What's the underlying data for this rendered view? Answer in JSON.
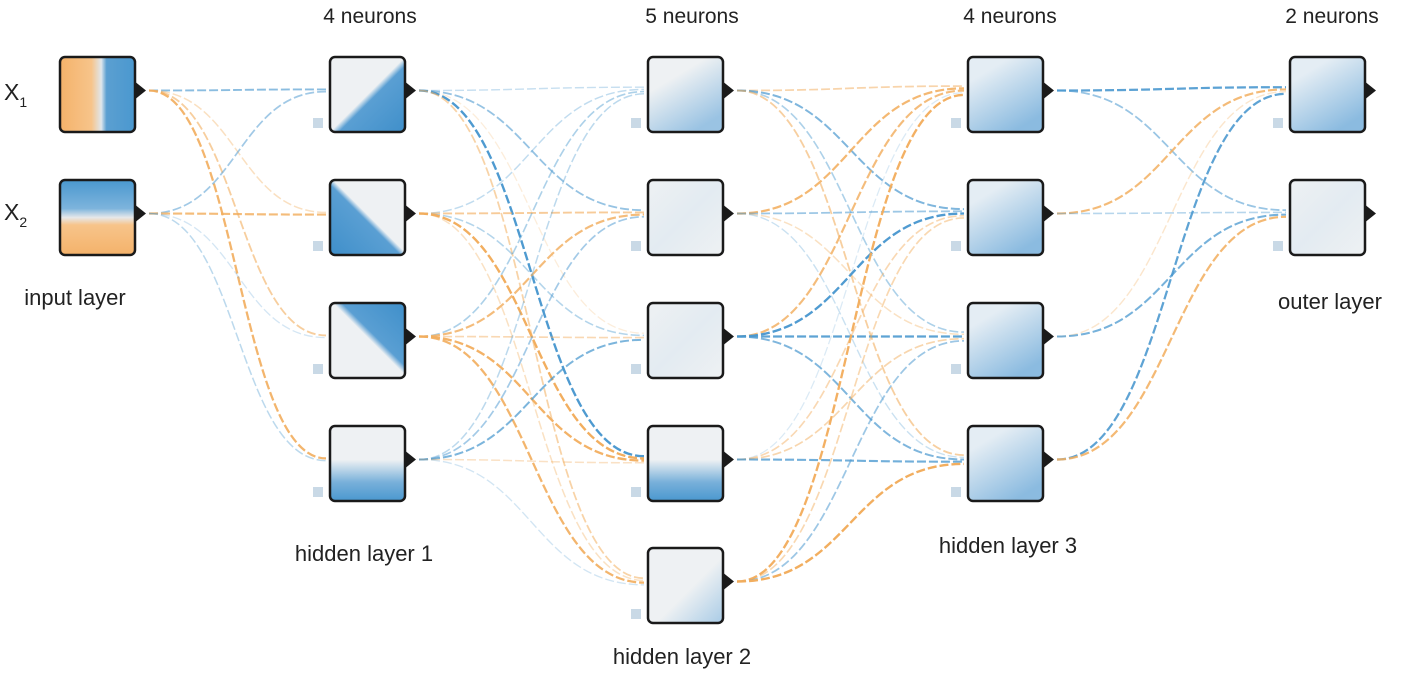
{
  "diagram": {
    "layers": [
      {
        "id": "input",
        "heading": "",
        "label": "input layer",
        "neurons": 2,
        "input_labels": [
          {
            "base": "X",
            "sub": "1"
          },
          {
            "base": "X",
            "sub": "2"
          }
        ]
      },
      {
        "id": "hidden1",
        "heading": "4 neurons",
        "label": "hidden layer 1",
        "neurons": 4
      },
      {
        "id": "hidden2",
        "heading": "5 neurons",
        "label": "hidden layer 2",
        "neurons": 5
      },
      {
        "id": "hidden3",
        "heading": "4 neurons",
        "label": "hidden layer 3",
        "neurons": 4
      },
      {
        "id": "output",
        "heading": "2 neurons",
        "label": "outer layer",
        "neurons": 2
      }
    ],
    "colors": {
      "positive": "#4a98cf",
      "negative": "#f2ad5d",
      "neuron_border": "#1a1a1a",
      "neuron_fill": "#eef1f3",
      "bias_marker": "#c9d9e6"
    },
    "connection_style": "dashed curves, blue = positive weight, orange = negative weight, opacity = weight magnitude"
  }
}
